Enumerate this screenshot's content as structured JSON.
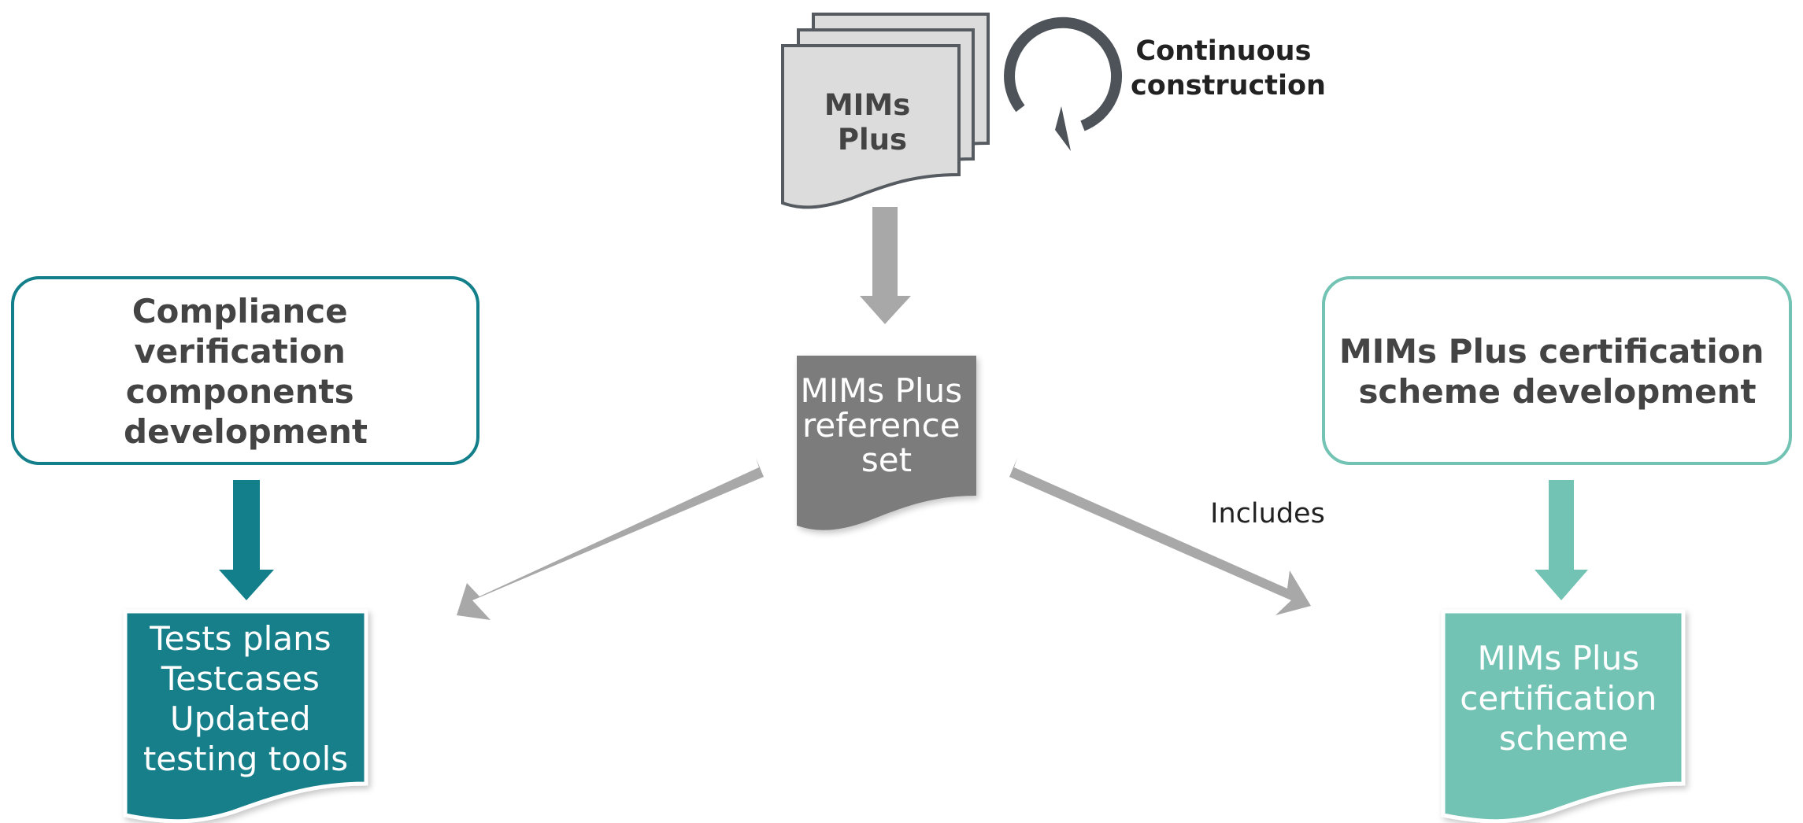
{
  "diagram": {
    "mims_stack": {
      "lines": [
        "MIMs",
        "Plus"
      ]
    },
    "cycle_label": {
      "lines": [
        "Continuous",
        "construction"
      ]
    },
    "reference_set": {
      "lines": [
        "MIMs Plus",
        "reference",
        "set"
      ]
    },
    "left_box": {
      "lines": [
        "Compliance",
        "verification",
        "components",
        "development"
      ]
    },
    "right_box": {
      "lines": [
        "MIMs Plus certification",
        "scheme development"
      ]
    },
    "left_doc": {
      "lines": [
        "Tests plans",
        "Testcases",
        "Updated",
        "testing tools"
      ]
    },
    "right_doc": {
      "lines": [
        "MIMs Plus",
        "certification",
        "scheme"
      ]
    },
    "edge_label_includes": "Includes"
  },
  "colors": {
    "teal_dark": "#127f8a",
    "teal_light": "#72c3b3",
    "gray_arrow": "#a8a8a8",
    "gray_doc": "#7b7b7b",
    "stack_fill": "#dcdcdc",
    "stack_stroke": "#555b61",
    "cycle_arrow": "#4d5359"
  }
}
